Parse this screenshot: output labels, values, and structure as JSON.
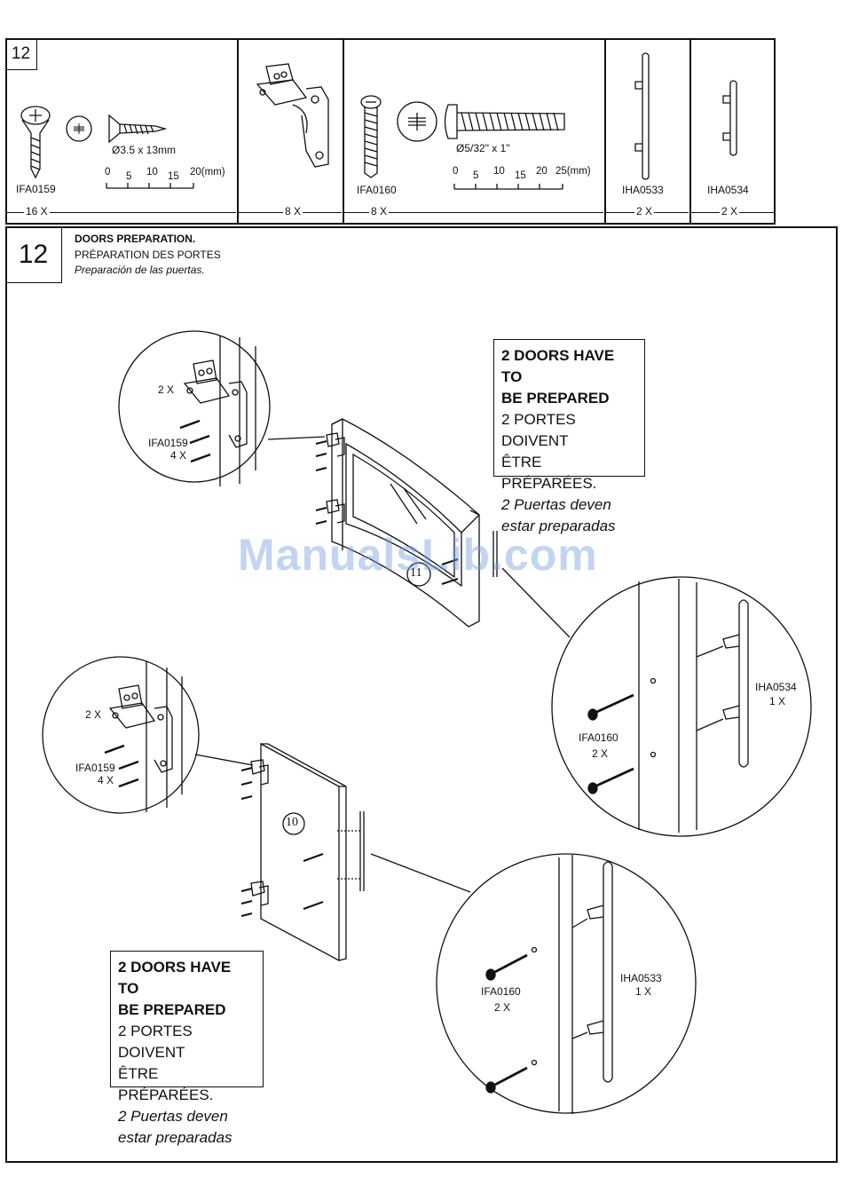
{
  "parts_table": {
    "step": "12",
    "parts": [
      {
        "code": "IFA0159",
        "qty": "16 X",
        "spec": "Ø3.5 x 13mm",
        "scale": [
          "0",
          "5",
          "10",
          "15",
          "20(mm)"
        ]
      },
      {
        "code": "",
        "qty": "8 X"
      },
      {
        "code": "IFA0160",
        "qty": "8 X",
        "spec": "Ø5/32\" x 1\"",
        "scale": [
          "0",
          "5",
          "10",
          "15",
          "20",
          "25(mm)"
        ]
      },
      {
        "code": "IHA0533",
        "qty": "2 X"
      },
      {
        "code": "IHA0534",
        "qty": "2 X"
      }
    ]
  },
  "step_header": {
    "number": "12",
    "title_en": "DOORS PREPARATION.",
    "title_fr": "PRÉPARATION DES PORTES",
    "title_es": "Preparación de las puertas."
  },
  "notes": {
    "line1": "2 DOORS HAVE TO",
    "line2": "BE PREPARED",
    "line3": "2 PORTES DOIVENT",
    "line4": "ÊTRE PRÉPARÉES.",
    "line5": "2 Puertas deven",
    "line6": "estar preparadas"
  },
  "callouts": {
    "hinge_top_qty": "2 X",
    "hinge_top_screw": "IFA0159",
    "hinge_top_screw_qty": "4 X",
    "hinge_bot_qty": "2 X",
    "hinge_bot_screw": "IFA0159",
    "hinge_bot_screw_qty": "4 X",
    "handle_top_screw": "IFA0160",
    "handle_top_screw_qty": "2 X",
    "handle_top_code": "IHA0534",
    "handle_top_qty": "1 X",
    "handle_bot_screw": "IFA0160",
    "handle_bot_screw_qty": "2 X",
    "handle_bot_code": "IHA0533",
    "handle_bot_qty": "1 X"
  },
  "panels": {
    "glass_door": "11",
    "solid_door": "10"
  },
  "watermark": "ManualsLib.com"
}
